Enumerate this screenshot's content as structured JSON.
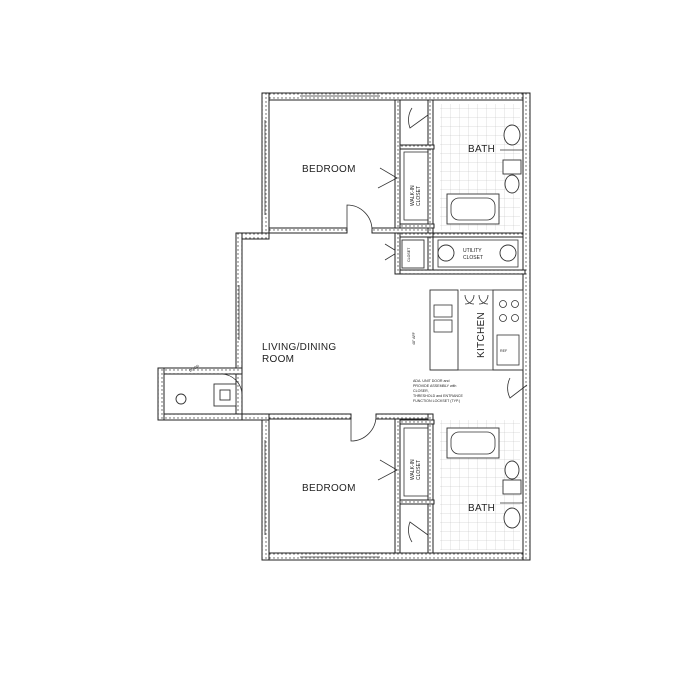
{
  "rooms": {
    "bedroom_top": "BEDROOM",
    "bedroom_bottom": "BEDROOM",
    "living_line1": "LIVING/DINING",
    "living_line2": "ROOM",
    "bath_top": "BATH",
    "bath_bottom": "BATH",
    "kitchen": "KITCHEN"
  },
  "closets": {
    "walkin_top_line1": "WALK-IN",
    "walkin_top_line2": "CLOSET",
    "walkin_bottom_line1": "WALK-IN",
    "walkin_bottom_line2": "CLOSET",
    "closet": "CLOSET",
    "utility_line1": "UTILITY",
    "utility_line2": "CLOSET"
  },
  "notes": {
    "ada_line1": "ADA. UNIT DOOR and",
    "ada_line2": "PROVIDE ASSEMBLY with",
    "ada_line3": "CLOSER,",
    "ada_line4": "THRESHOLD and ENTRANCE",
    "ada_line5": "FUNCTION LOCKSET (TYP.)"
  }
}
